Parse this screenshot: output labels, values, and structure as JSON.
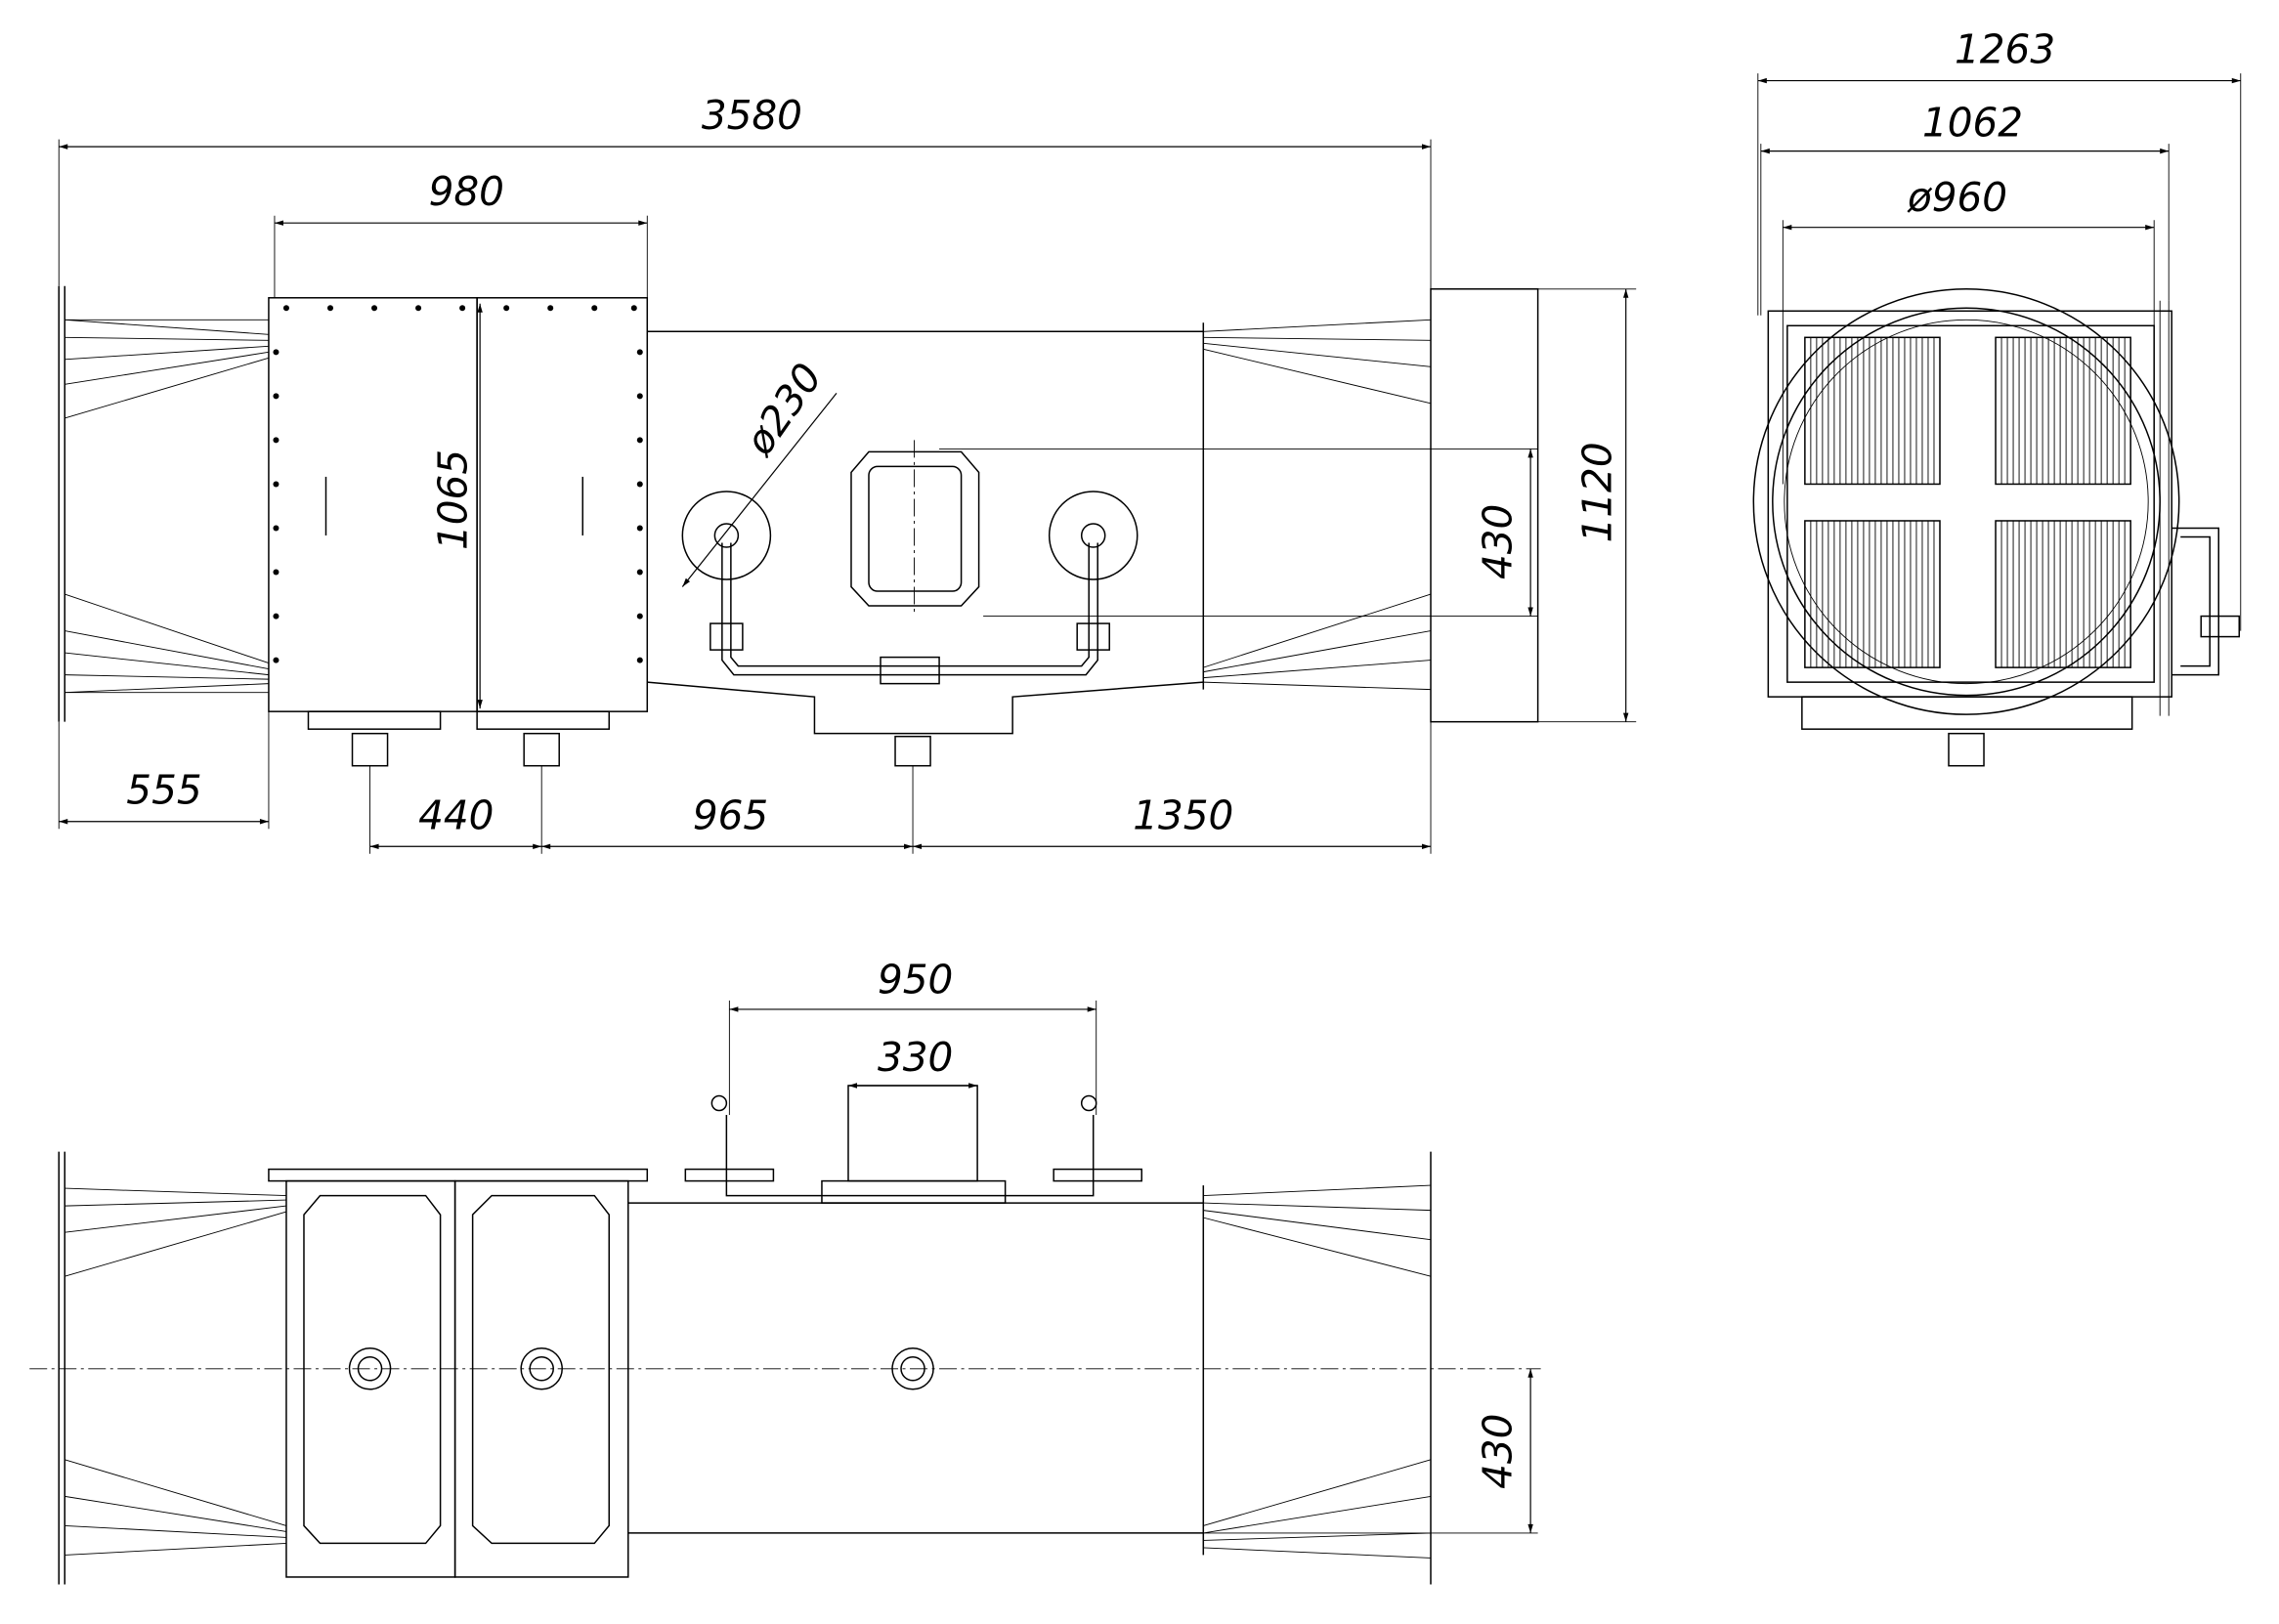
{
  "drawing": {
    "title": "Air heater unit — front, end and top views",
    "dimensions": {
      "overall_length": "3580",
      "box_width": "980",
      "box_height": "1065",
      "flange_diameter": "ø230",
      "hatch_height": "430",
      "outlet_height": "1120",
      "inlet_length": "555",
      "drain_spacing_1": "440",
      "drain_spacing_2": "965",
      "drain_to_end": "1350",
      "end_overall_width": "1263",
      "end_flange_width": "1062",
      "end_diameter": "ø960",
      "valve_spacing": "950",
      "hatch_width": "330",
      "axis_offset": "430"
    }
  }
}
